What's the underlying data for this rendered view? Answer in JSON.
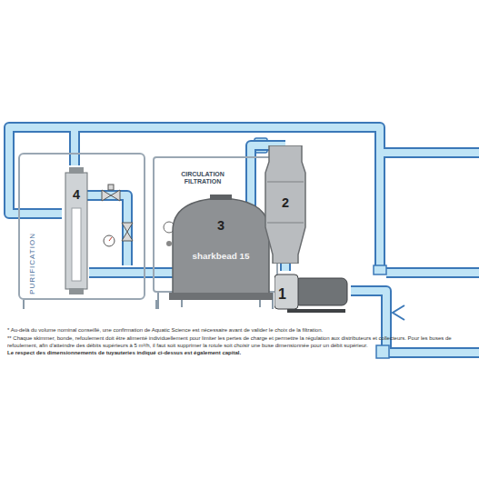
{
  "diagram": {
    "nodes": [
      {
        "text": [
          "PURIFICATION"
        ]
      },
      {
        "text": [
          "4"
        ],
        "in": 0
      },
      {
        "text": [
          "CIRCULATION FILTRATION"
        ]
      },
      {
        "text": [
          "3",
          "sharkbead 15"
        ]
      },
      {
        "text": [
          "2"
        ]
      },
      {
        "text": [
          "1"
        ]
      }
    ],
    "edges": [
      {
        "from": 5,
        "to": 4,
        "arrow": "none"
      },
      {
        "from": 4,
        "to": 3,
        "arrow": "none"
      },
      {
        "from": 3,
        "to": 1,
        "arrow": "none"
      }
    ],
    "labels": [
      "* Au-delà du volume nominal conseillé, une confirmation de Aquatic Science est nécessaire avant de valider le choix de la filtration.",
      "** Chaque skimmer, bonde, refoulement doit être alimenté individuellement pour limiter les pertes de charge et permettre la régulation aux distributeurs et collecteurs. Pour les buses de refoulement, afin d'atteindre des débits supérieurs à 5 m³/h, il faut soit supprimer la rotule soit choisir une buse dimensionnée pour un débit supérieur.",
      "Le respect des dimensionnements de tuyauteries indiqué ci-dessus est également capital."
    ]
  }
}
